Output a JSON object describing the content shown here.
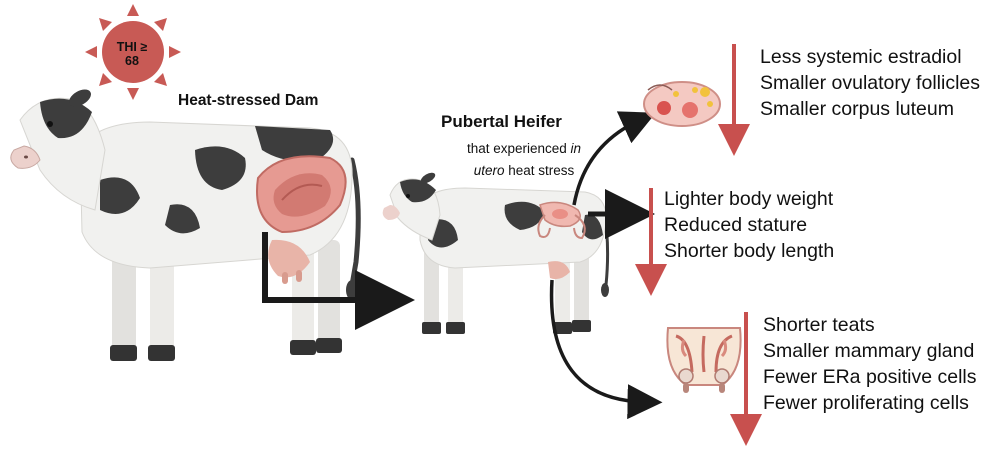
{
  "sun": {
    "label": "THI ≥ 68",
    "color": "#c85a55"
  },
  "dam": {
    "label": "Heat-stressed Dam"
  },
  "heifer": {
    "title": "Pubertal Heifer",
    "subtitle_a": "that experienced ",
    "subtitle_italic_1": "in",
    "subtitle_italic_2": "utero",
    "subtitle_b": " heat stress"
  },
  "effects": {
    "reproductive": [
      "Less systemic estradiol",
      "Smaller ovulatory follicles",
      "Smaller corpus luteum"
    ],
    "growth": [
      "Lighter body weight",
      "Reduced stature",
      "Shorter body length"
    ],
    "mammary": [
      "Shorter teats",
      "Smaller mammary gland",
      "Fewer ERa positive cells",
      "Fewer proliferating cells"
    ]
  },
  "icons": [
    "sun-icon",
    "dam-cow-icon",
    "uterus-fetus-icon",
    "heifer-cow-icon",
    "heifer-reproductive-tract-icon",
    "ovary-icon",
    "mammary-gland-icon"
  ],
  "colors": {
    "decrease_arrow": "#c8504e",
    "flow_arrow": "#1a1a1a",
    "spots": "#3d3d3d",
    "body": "#f1f1ef",
    "udder": "#e8b4a8"
  }
}
